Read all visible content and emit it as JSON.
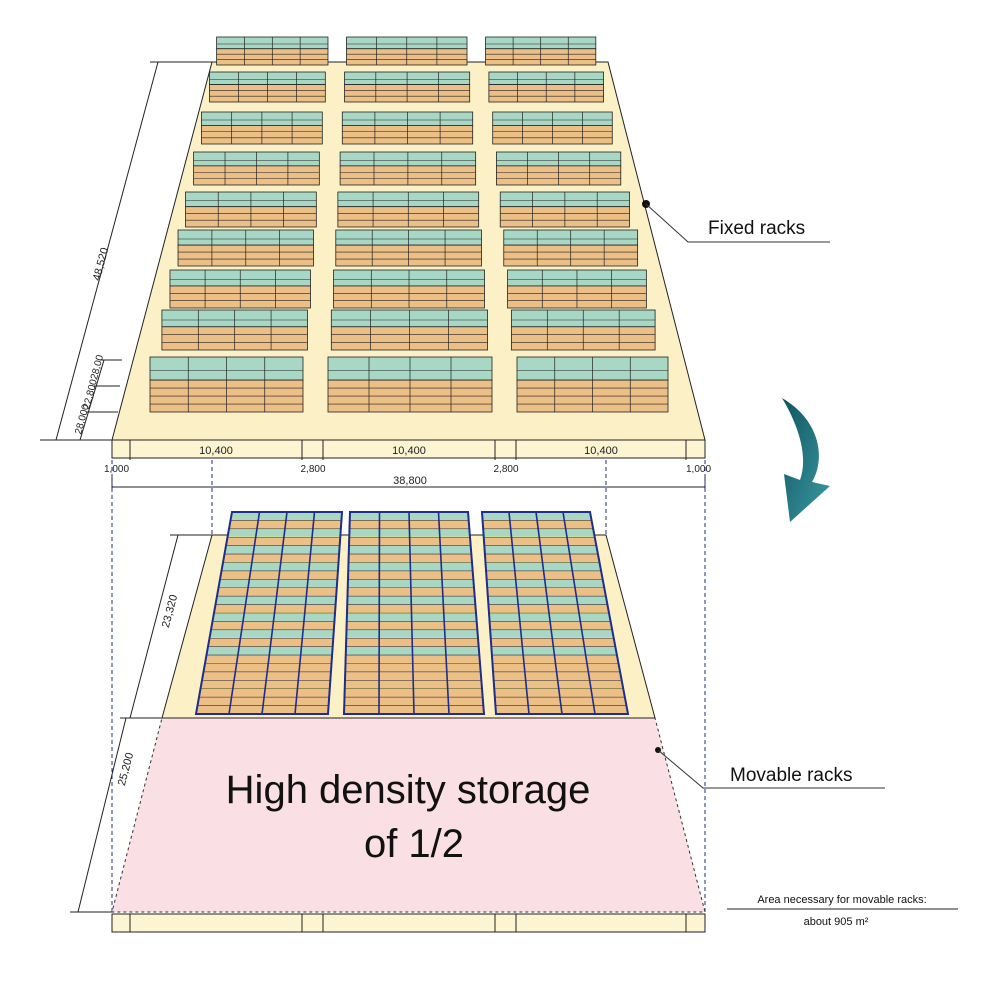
{
  "fixed_section": {
    "label": "Fixed racks",
    "depth_total": "48,520",
    "depth_small_a": "28,000",
    "depth_small_b": "22,800",
    "depth_small_c": "28,00",
    "bay_widths": [
      "10,400",
      "10,400",
      "10,400"
    ],
    "aisle_widths": [
      "2,800",
      "2,800"
    ],
    "edge_widths": [
      "1,000",
      "1,000"
    ],
    "total_width": "38,800"
  },
  "movable_section": {
    "label": "Movable racks",
    "depth_racks": "23,320",
    "depth_saved": "25,200",
    "headline_line1": "High density storage",
    "headline_line2": "of 1/2",
    "area_caption": "Area necessary for movable racks:",
    "area_value": "about 905 m²"
  },
  "colors": {
    "floor": "#fbf0c6",
    "box": "#ecbf86",
    "box_top": "#a8d8c5",
    "rail": "#1f2e8a",
    "highlight": "#f1ee63",
    "saved_area": "#fadfe4",
    "arrow": "#1a6b73"
  }
}
